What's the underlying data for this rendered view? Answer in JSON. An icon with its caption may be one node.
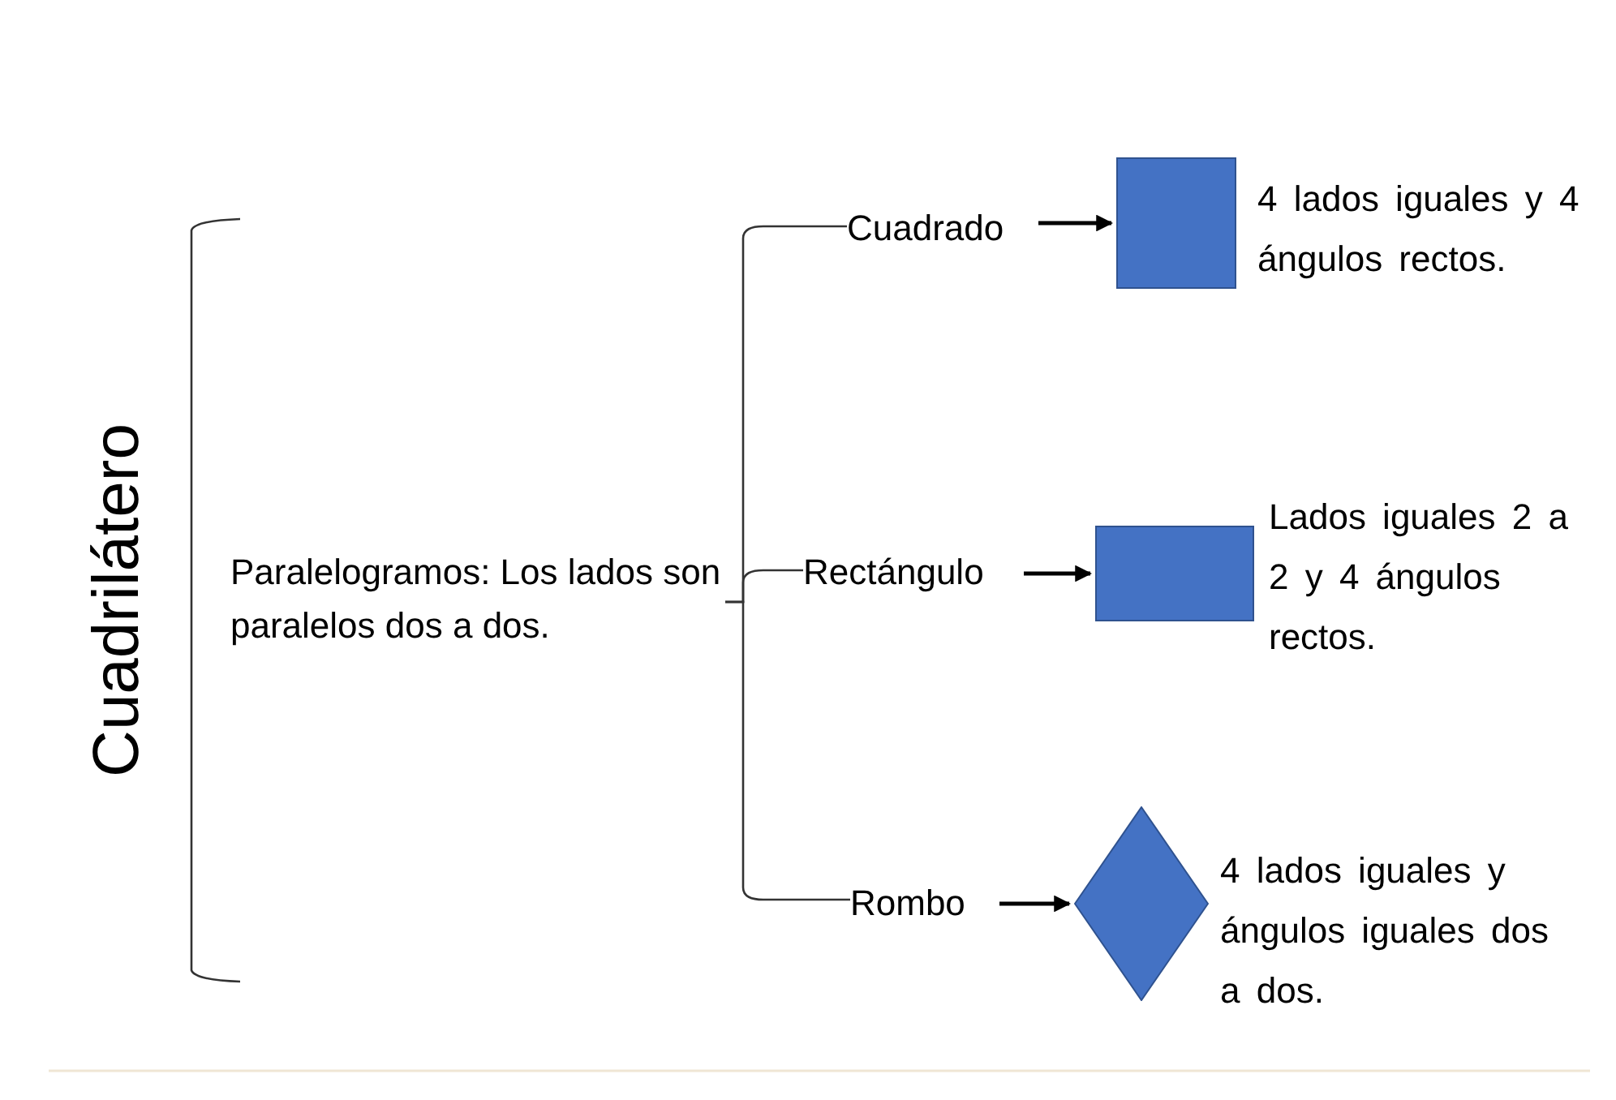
{
  "diagram": {
    "nodes": [
      {
        "text": [
          "Cuadrilátero"
        ]
      },
      {
        "text": [
          "Paralelogramos: Los lados son paralelos dos a dos."
        ]
      },
      {
        "text": [
          "Cuadrado"
        ]
      },
      {
        "text": [
          "Rectángulo"
        ]
      },
      {
        "text": [
          "Rombo"
        ]
      },
      {
        "text": [],
        "shape": "square",
        "beside": [
          "4 lados iguales y 4 ángulos rectos."
        ]
      },
      {
        "text": [],
        "shape": "rectangle",
        "beside": [
          "Lados iguales 2 a 2 y 4 ángulos rectos."
        ]
      },
      {
        "text": [],
        "shape": "diamond",
        "beside": [
          "4 lados iguales y ángulos iguales dos a dos."
        ]
      }
    ],
    "edges": [
      {
        "from": 1,
        "to": 2,
        "arrow": "none"
      },
      {
        "from": 1,
        "to": 3,
        "arrow": "none"
      },
      {
        "from": 1,
        "to": 4,
        "arrow": "none"
      },
      {
        "from": 2,
        "to": 5,
        "arrow": "to"
      },
      {
        "from": 3,
        "to": 6,
        "arrow": "to"
      },
      {
        "from": 4,
        "to": 7,
        "arrow": "to"
      }
    ]
  }
}
